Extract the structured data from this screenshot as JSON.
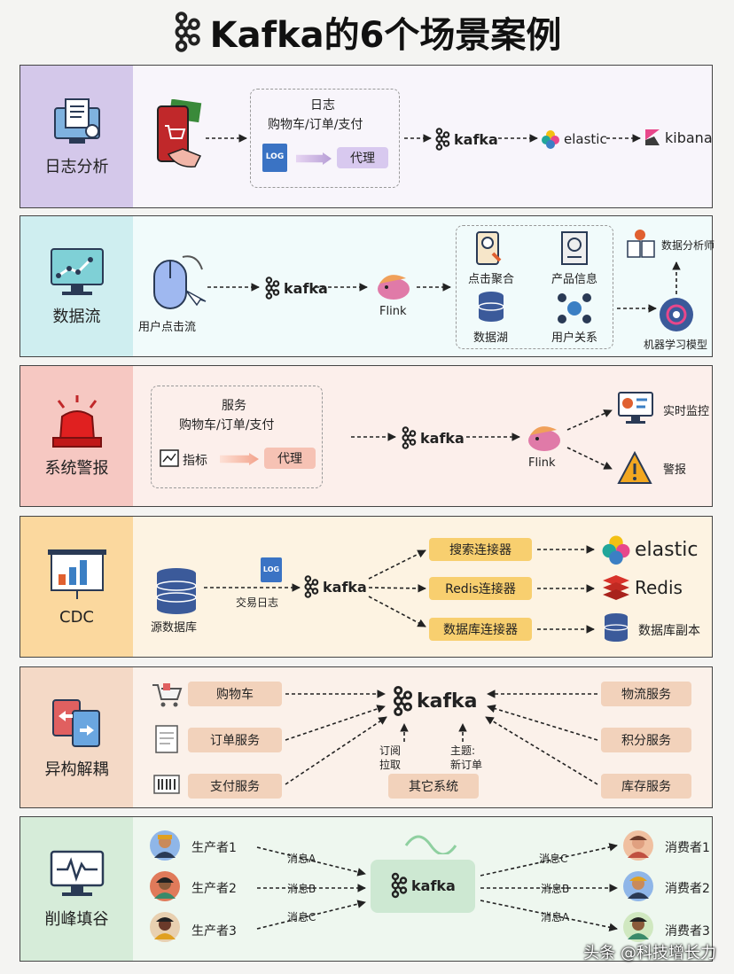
{
  "title": "Kafka的6个场景案例",
  "rows": {
    "log": {
      "label": "日志分析",
      "box_title": "日志",
      "box_sub": "购物车/订单/支付",
      "log_tag": "LOG",
      "proxy": "代理",
      "kafka": "kafka",
      "elastic": "elastic",
      "kibana": "kibana"
    },
    "stream": {
      "label": "数据流",
      "click_stream": "用户点击流",
      "kafka": "kafka",
      "flink": "Flink",
      "click_agg": "点击聚合",
      "product_info": "产品信息",
      "data_lake": "数据湖",
      "user_rel": "用户关系",
      "analyst": "数据分析师",
      "ml_model": "机器学习模型"
    },
    "alert": {
      "label": "系统警报",
      "box_title": "服务",
      "box_sub": "购物车/订单/支付",
      "metrics": "指标",
      "proxy": "代理",
      "kafka": "kafka",
      "flink": "Flink",
      "monitor": "实时监控",
      "alarm": "警报"
    },
    "cdc": {
      "label": "CDC",
      "source_db": "源数据库",
      "tx_log": "交易日志",
      "log_tag": "LOG",
      "kafka": "kafka",
      "search_conn": "搜索连接器",
      "redis_conn": "Redis连接器",
      "db_conn": "数据库连接器",
      "elastic": "elastic",
      "redis": "Redis",
      "db_replica": "数据库副本"
    },
    "decouple": {
      "label": "异构解耦",
      "cart": "购物车",
      "order": "订单服务",
      "payment": "支付服务",
      "kafka": "kafka",
      "logistics": "物流服务",
      "points": "积分服务",
      "inventory": "库存服务",
      "subscribe": "订阅\n拉取",
      "topic": "主题:\n新订单",
      "other": "其它系统"
    },
    "peak": {
      "label": "削峰填谷",
      "p1": "生产者1",
      "p2": "生产者2",
      "p3": "生产者3",
      "msgA": "消息A",
      "msgB": "消息B",
      "msgC": "消息C",
      "kafka": "kafka",
      "c1": "消费者1",
      "c2": "消费者2",
      "c3": "消费者3"
    }
  },
  "watermark": "头条 @科技增长力"
}
